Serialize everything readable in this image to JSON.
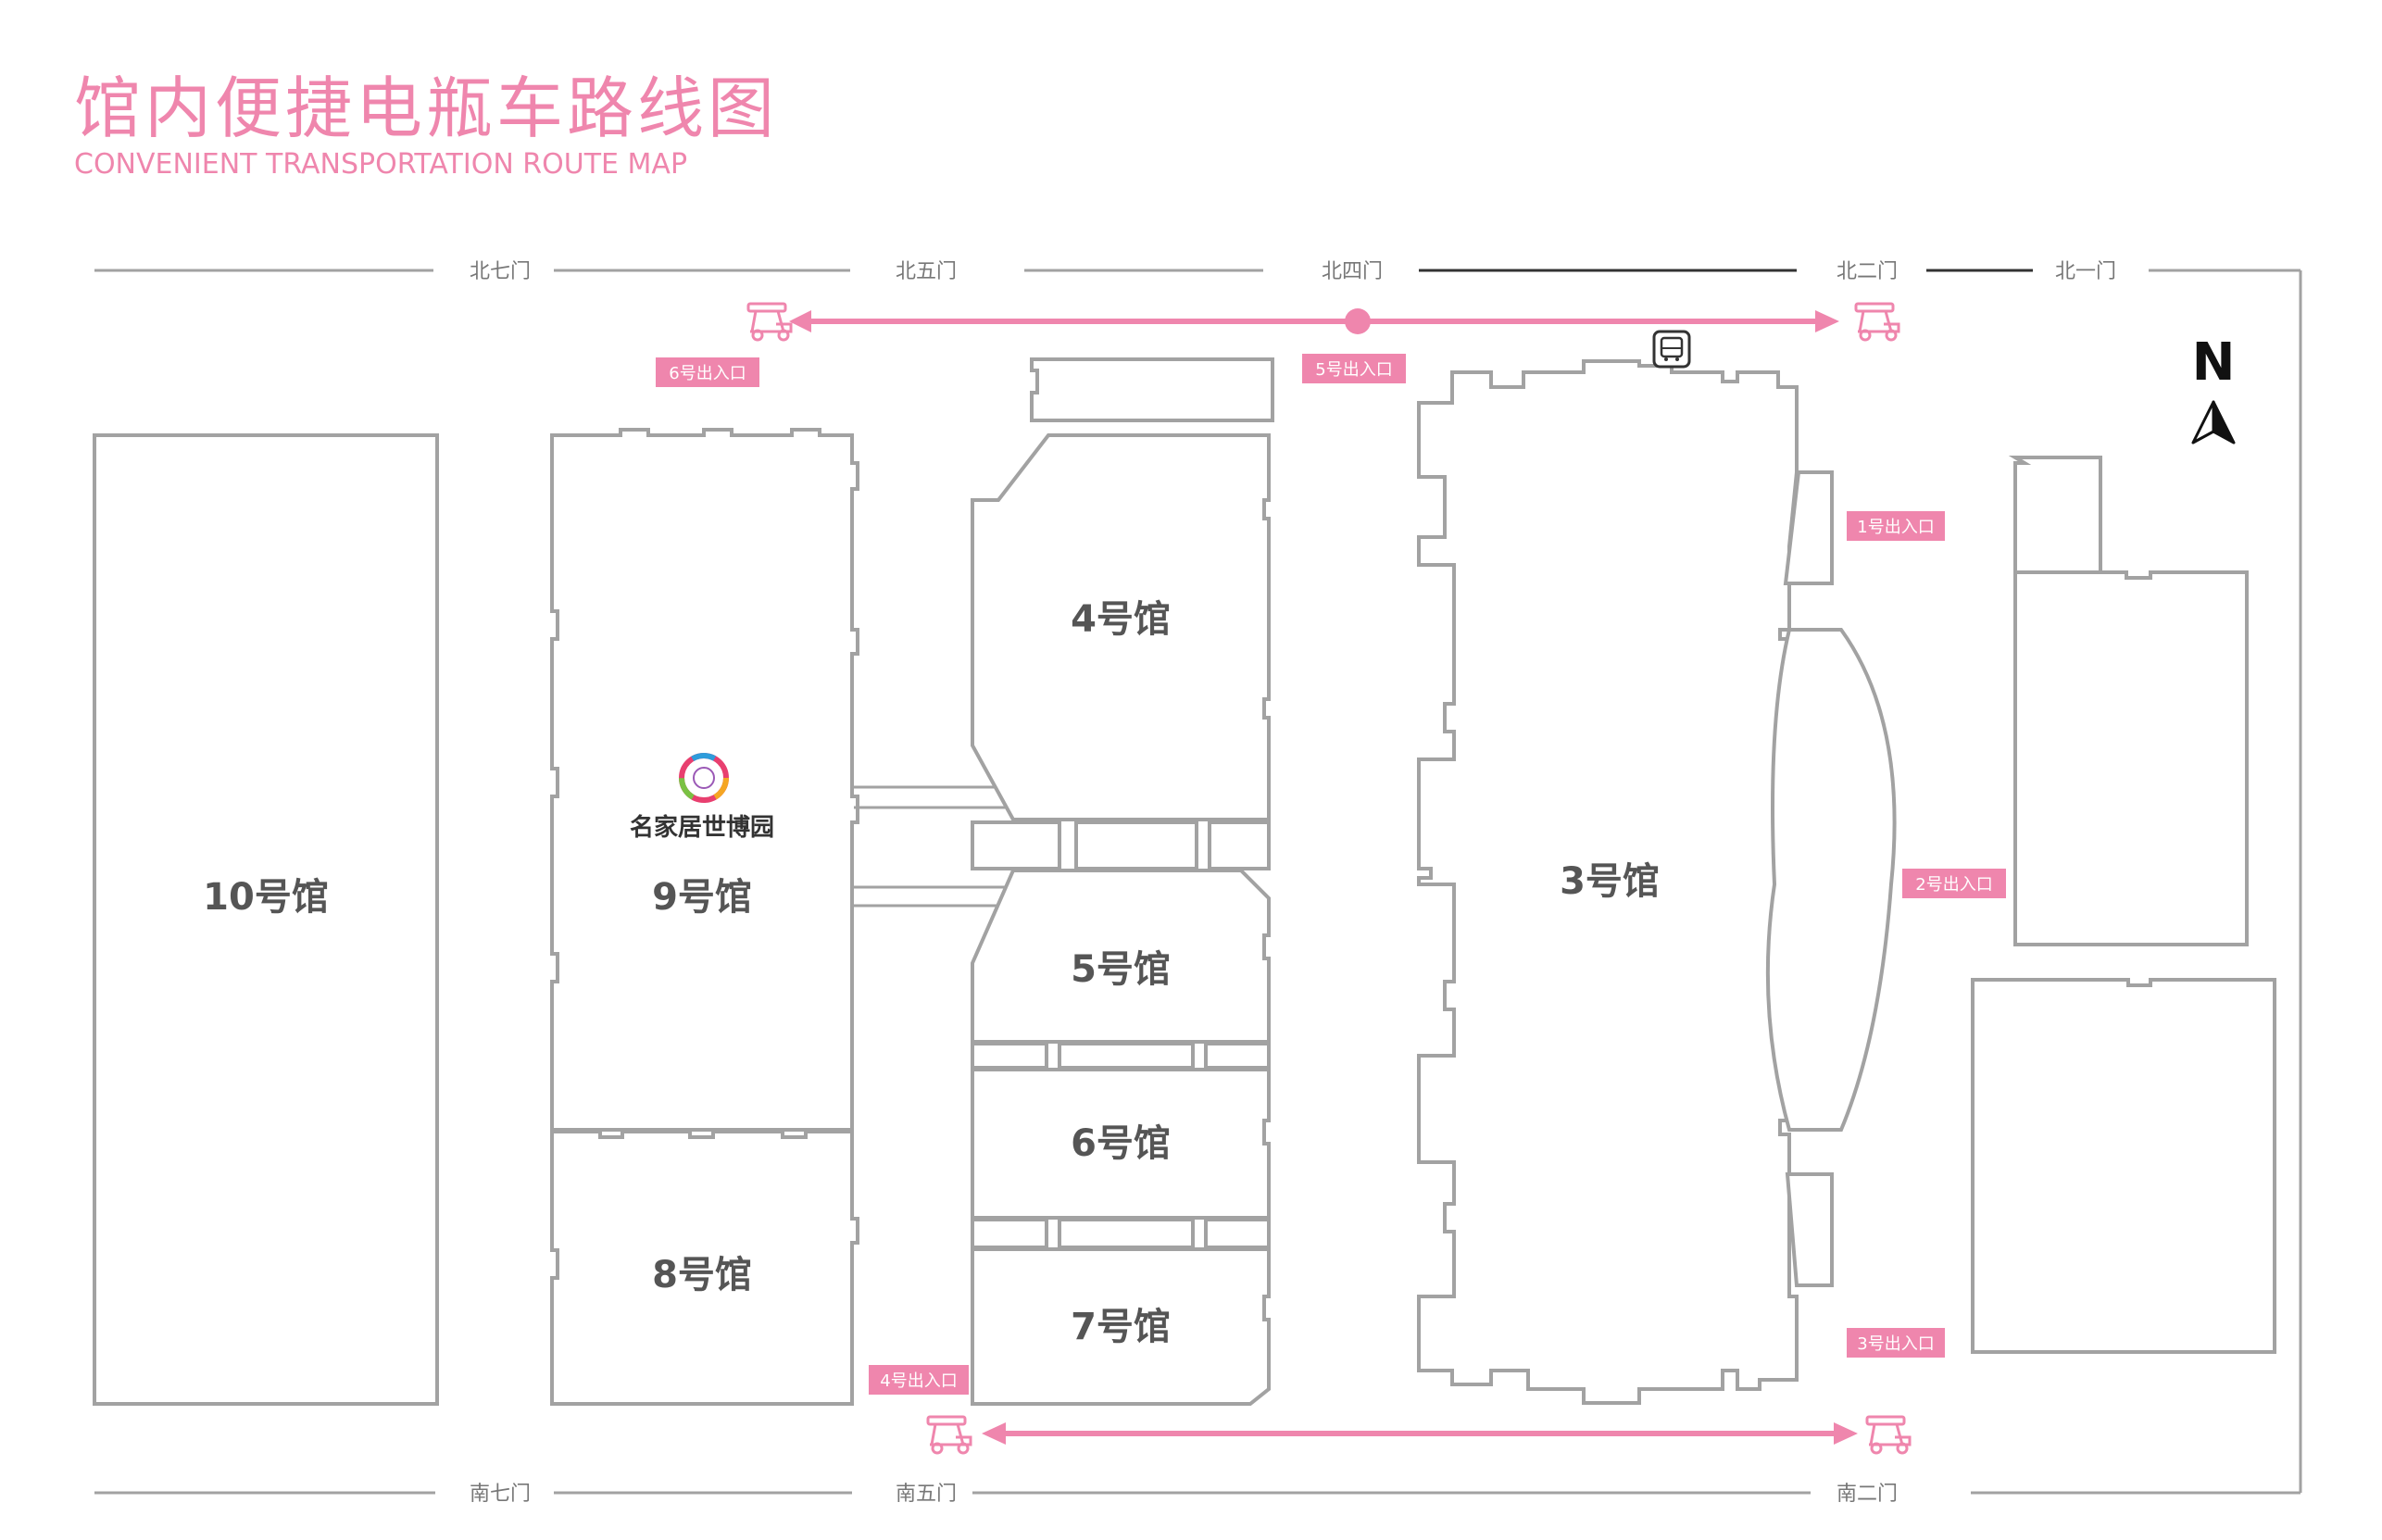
{
  "header": {
    "title": "馆内便捷电瓶车路线图",
    "subtitle": "CONVENIENT TRANSPORTATION ROUTE MAP"
  },
  "compass": {
    "label": "N"
  },
  "brand": {
    "logo_text": "名家居世博园"
  },
  "gates_north": [
    "北七门",
    "北五门",
    "北四门",
    "北二门",
    "北一门"
  ],
  "gates_south": [
    "南七门",
    "南五门",
    "南二门"
  ],
  "halls": {
    "h10": "10号馆",
    "h9": "9号馆",
    "h8": "8号馆",
    "h4": "4号馆",
    "h5": "5号馆",
    "h6": "6号馆",
    "h7": "7号馆",
    "h3": "3号馆"
  },
  "exits": {
    "e1": "1号出入口",
    "e2": "2号出入口",
    "e3": "3号出入口",
    "e4": "4号出入口",
    "e5": "5号出入口",
    "e6": "6号出入口"
  },
  "colors": {
    "accent": "#ef86ad",
    "wall": "#a2a2a2",
    "label": "#555555"
  },
  "icons": [
    "golf-cart-icon",
    "bus-stop-icon",
    "north-arrow-icon"
  ]
}
